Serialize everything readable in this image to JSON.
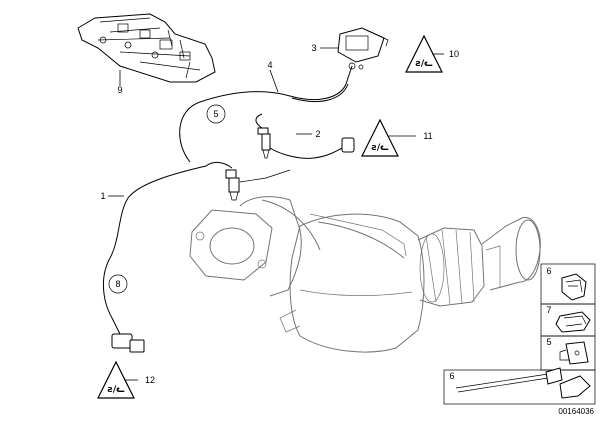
{
  "diagram_id": "00164036",
  "callouts": {
    "c1": "1",
    "c2": "2",
    "c3": "3",
    "c4": "4",
    "c5": "5",
    "c6": "6",
    "c7": "7",
    "c8": "8",
    "c9": "9",
    "c10": "10",
    "c11": "11",
    "c12": "12"
  },
  "side_panel": {
    "p6": "6",
    "p7": "7",
    "p5": "5",
    "p6b": "6"
  },
  "icons": {
    "warning_triangle": "warning-triangle-icon",
    "circle_ref": "reference-circle-icon"
  }
}
